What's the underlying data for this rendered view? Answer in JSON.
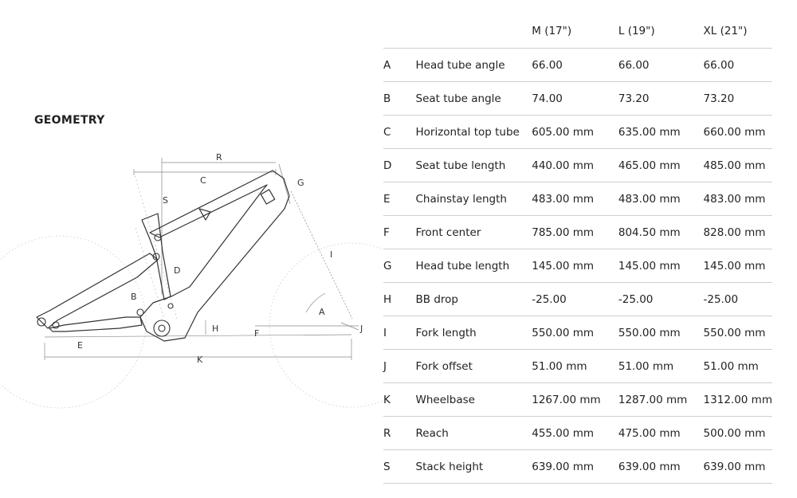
{
  "title": "GEOMETRY",
  "diagram": {
    "labels": {
      "R": "R",
      "C": "C",
      "S": "S",
      "G": "G",
      "I": "I",
      "D": "D",
      "B": "B",
      "A": "A",
      "H": "H",
      "F": "F",
      "J": "J",
      "E": "E",
      "K": "K"
    }
  },
  "table": {
    "headers": {
      "key": "",
      "label": "",
      "m": "M (17\")",
      "l": "L (19\")",
      "xl": "XL (21\")"
    },
    "rows": [
      {
        "key": "A",
        "label": "Head tube angle",
        "m": "66.00",
        "l": "66.00",
        "xl": "66.00"
      },
      {
        "key": "B",
        "label": "Seat tube angle",
        "m": "74.00",
        "l": "73.20",
        "xl": "73.20"
      },
      {
        "key": "C",
        "label": "Horizontal top tube",
        "m": "605.00 mm",
        "l": "635.00 mm",
        "xl": "660.00 mm"
      },
      {
        "key": "D",
        "label": "Seat tube length",
        "m": "440.00 mm",
        "l": "465.00 mm",
        "xl": "485.00 mm"
      },
      {
        "key": "E",
        "label": "Chainstay length",
        "m": "483.00 mm",
        "l": "483.00 mm",
        "xl": "483.00 mm"
      },
      {
        "key": "F",
        "label": "Front center",
        "m": "785.00 mm",
        "l": "804.50 mm",
        "xl": "828.00 mm"
      },
      {
        "key": "G",
        "label": "Head tube length",
        "m": "145.00 mm",
        "l": "145.00 mm",
        "xl": "145.00 mm"
      },
      {
        "key": "H",
        "label": "BB drop",
        "m": "-25.00",
        "l": "-25.00",
        "xl": "-25.00"
      },
      {
        "key": "I",
        "label": "Fork length",
        "m": "550.00 mm",
        "l": "550.00 mm",
        "xl": "550.00 mm"
      },
      {
        "key": "J",
        "label": "Fork offset",
        "m": "51.00 mm",
        "l": "51.00 mm",
        "xl": "51.00 mm"
      },
      {
        "key": "K",
        "label": "Wheelbase",
        "m": "1267.00 mm",
        "l": "1287.00 mm",
        "xl": "1312.00 mm"
      },
      {
        "key": "R",
        "label": "Reach",
        "m": "455.00 mm",
        "l": "475.00 mm",
        "xl": "500.00 mm"
      },
      {
        "key": "S",
        "label": "Stack height",
        "m": "639.00 mm",
        "l": "639.00 mm",
        "xl": "639.00 mm"
      }
    ]
  }
}
